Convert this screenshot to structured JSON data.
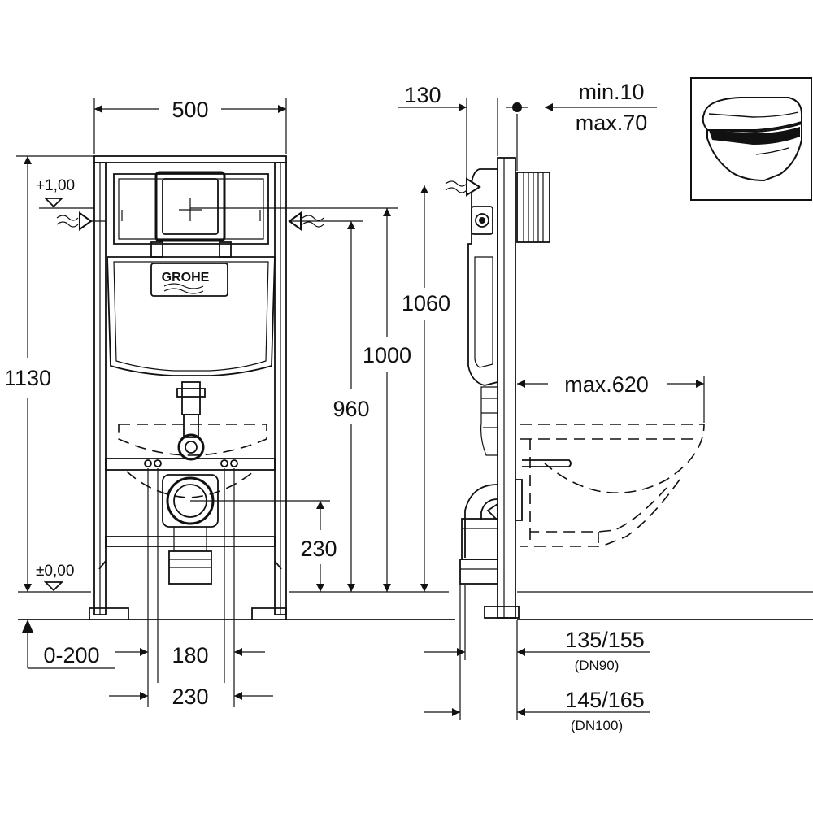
{
  "brand": {
    "logo_text": "GROHE"
  },
  "levels": {
    "upper": "+1,00",
    "floor": "±0,00"
  },
  "dimensions": {
    "frame_width": "500",
    "total_height": "1130",
    "height_1060": "1060",
    "height_1000": "1000",
    "height_960": "960",
    "outlet_height": "230",
    "wall_offset": "0-200",
    "bolt_spacing_180": "180",
    "bolt_spacing_230": "230",
    "depth_130": "130",
    "cover_min": "min.10",
    "cover_max": "max.70",
    "bowl_projection": "max.620",
    "dn90_size": "135/155",
    "dn90_label": "(DN90)",
    "dn100_size": "145/165",
    "dn100_label": "(DN100)"
  },
  "colors": {
    "line": "#111111",
    "background": "#ffffff"
  }
}
